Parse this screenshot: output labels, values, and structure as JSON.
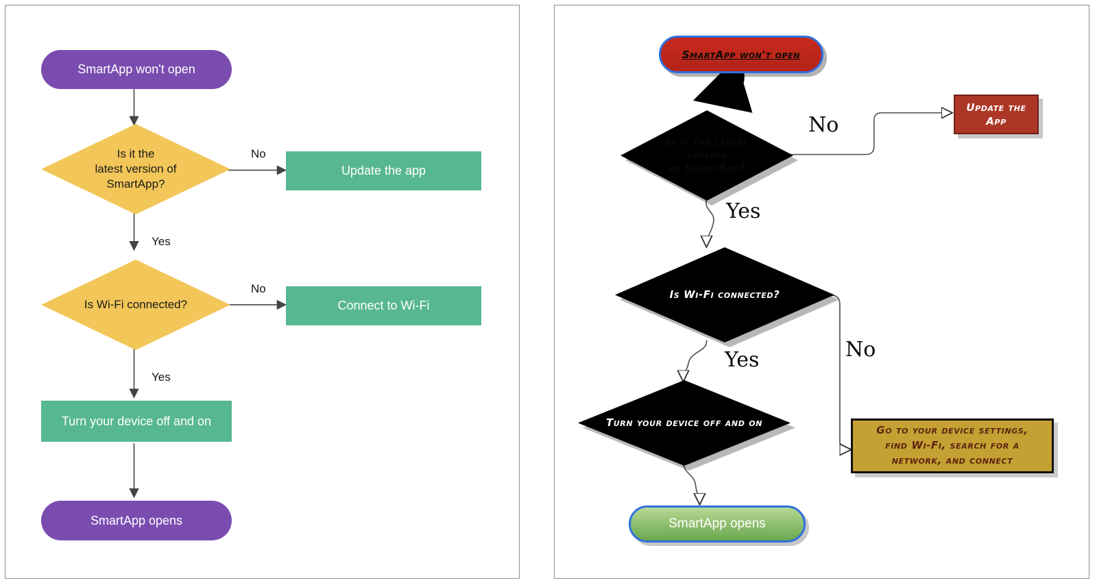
{
  "left_panel": {
    "name": "plain-flowchart",
    "nodes": {
      "start": "SmartApp won't open",
      "decision1": "Is it the\nlatest version of\nSmartApp?",
      "decision1_l1": "Is it the",
      "decision1_l2": "latest version of",
      "decision1_l3": "SmartApp?",
      "action1": "Update the app",
      "decision2": "Is Wi-Fi connected?",
      "action2": "Connect to Wi-Fi",
      "action3": "Turn your device off and on",
      "end": "SmartApp opens"
    },
    "labels": {
      "no1": "No",
      "yes1": "Yes",
      "no2": "No",
      "yes2": "Yes"
    },
    "colors": {
      "terminal": "#7a4cb0",
      "decision": "#f2c658",
      "process": "#57b792",
      "arrow": "#444444",
      "frame": "#8d8d8d"
    }
  },
  "right_panel": {
    "name": "comic-styled-flowchart",
    "nodes": {
      "start": "SmartApp won't open",
      "decision1_l1": "Is it the latest",
      "decision1_l2": "version",
      "decision1_l3": "of SmartApp?",
      "action1_l1": "Update the",
      "action1_l2": "App",
      "decision2": "Is Wi-Fi connected?",
      "action2_l1": "Go to your device settings,",
      "action2_l2": "find Wi-Fi, search for a",
      "action2_l3": "network, and connect",
      "decision3": "Turn your device off and on",
      "end": "SmartApp opens"
    },
    "labels": {
      "no1": "No",
      "yes1": "Yes",
      "no2": "No",
      "yes2": "Yes"
    },
    "colors": {
      "start_fill": "#c62a1d",
      "start_border": "#2f6fe0",
      "decision1_fill": "#a3382a",
      "decision2_fill": "#57211a",
      "decision3_fill": "#b04a38",
      "process_fill": "#ad3726",
      "note_fill": "#c5a033",
      "note_text": "#5a2410",
      "end_fill": "#6aa84f",
      "end_border": "#2f6fe0",
      "arrow": "#555555"
    }
  }
}
